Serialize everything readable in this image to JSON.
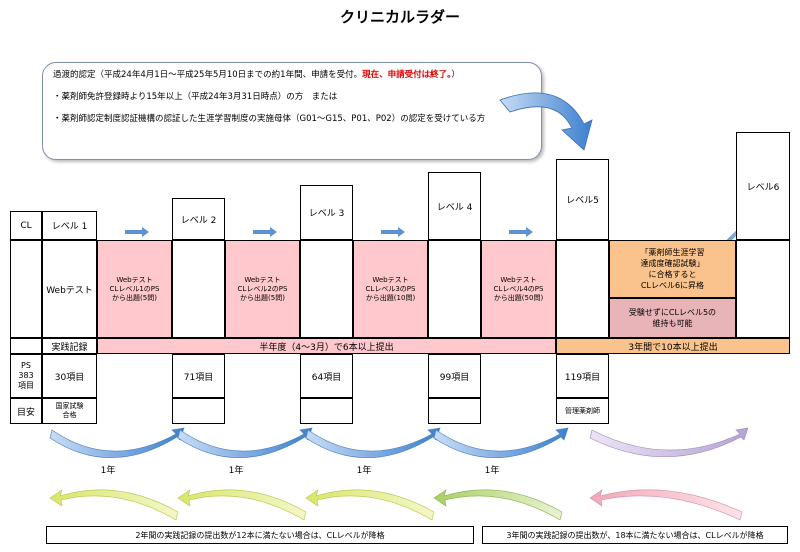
{
  "title": "クリニカルラダー",
  "note": {
    "heading": "過渡的認定（平成24年4月1日～平成25年5月10日までの約1年間、申請を受付。",
    "heading_red": "現在、申請受付は終了。",
    "heading_end": "）",
    "item1": "・薬剤師免許登録時より15年以上（平成24年3月31日時点）の方　または",
    "item2": "・薬剤師認定制度認証機構の認証した生涯学習制度の実施母体（G01～G15、P01、P02）の認定を受けている方"
  },
  "rows": {
    "cl": "CL",
    "web": "Webテスト",
    "record": "実践記録",
    "ps": "PS\n383\n項目",
    "guide": "目安"
  },
  "levels": [
    "レベル 1",
    "レベル 2",
    "レベル 3",
    "レベル 4",
    "レベル5",
    "レベル6"
  ],
  "web_tests": [
    "Webテスト\nCLレベル1のPS\nから出題(5問)",
    "Webテスト\nCLレベル2のPS\nから出題(5問)",
    "Webテスト\nCLレベル3のPS\nから出題(10問)",
    "Webテスト\nCLレベル4のPS\nから出題(50問)"
  ],
  "level6": {
    "exam": "「薬剤師生涯学習\n達成度確認試験」\nに合格すると\nCLレベル6に昇格",
    "stay": "受験せずにCLレベル5の\n維持も可能"
  },
  "record_bar": {
    "left": "半年度（4～3月）で6本以上提出",
    "right": "3年間で10本以上提出"
  },
  "ps_items": [
    "30項目",
    "71項目",
    "64項目",
    "99項目",
    "119項目"
  ],
  "guides": [
    "国家試験\n合格",
    "管理薬剤師"
  ],
  "years": [
    "1年",
    "1年",
    "1年",
    "1年"
  ],
  "footer": {
    "left": "2年間の実践記録の提出数が12本に満たない場合は、CLレベルが降格",
    "right": "3年間の実践記録の提出数が、18本に満たない場合は、CLレベルが降格"
  }
}
